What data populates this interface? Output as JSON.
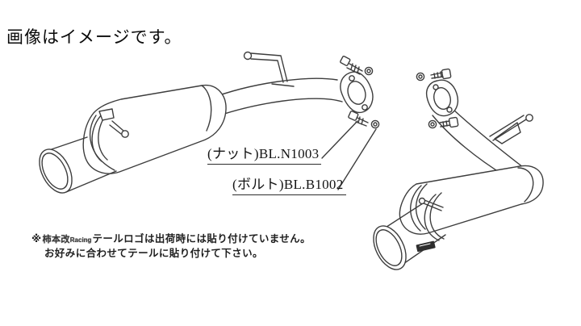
{
  "heading": {
    "text": "画像はイメージです。"
  },
  "part_labels": [
    {
      "name": "(ナット)BL.N1003",
      "part_type": "ナット",
      "part_number": "BL.N1003"
    },
    {
      "name": "(ボルト)BL.B1002",
      "part_type": "ボルト",
      "part_number": "BL.B1002"
    }
  ],
  "note": {
    "marker": "※",
    "logo_text": "柿本改",
    "logo_subtext": "Racing",
    "line1": "テールロゴは出荷時には貼り付けていません。",
    "line2": "お好みに合わせてテールに貼り付けて下さい。"
  },
  "diagram": {
    "description": "Exploded line drawing of a dual-exit rear exhaust system: left muffler with tail tip, mid pipe with hanger rod, gasket flanges with nuts and bolts, right pipe with hanger rod, right muffler with tail tip and tail logo sticker",
    "colors": {
      "line": "#3d3d3d",
      "text": "#141414",
      "sticker": "#2e2e2e",
      "background": "#ffffff"
    }
  }
}
